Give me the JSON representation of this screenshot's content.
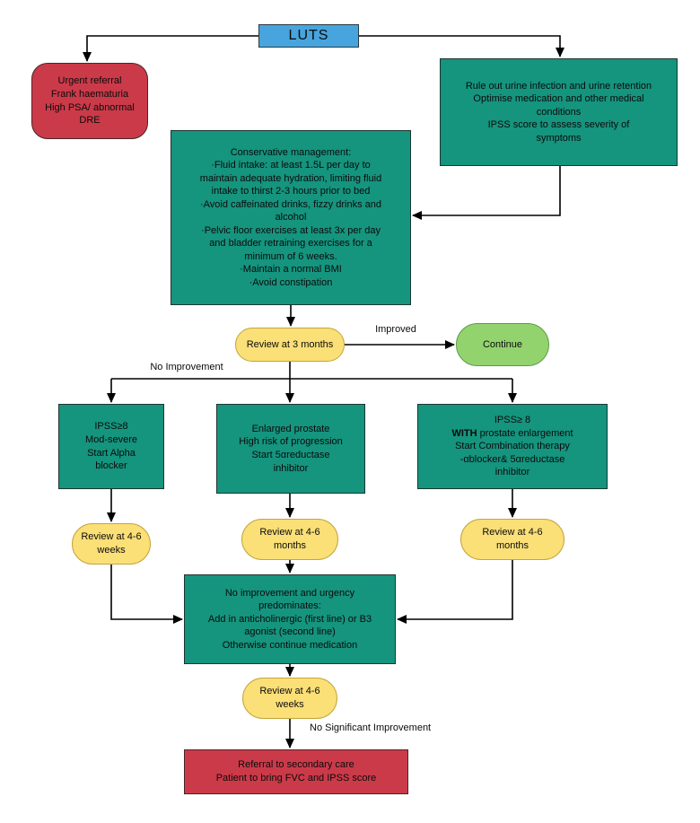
{
  "colors": {
    "teal": "#15947e",
    "red": "#cb3a49",
    "blue": "#47a4dd",
    "yellow": "#fbdf77",
    "green": "#92d36e",
    "line": "#000000"
  },
  "nodes": {
    "luts": {
      "label": "LUTS"
    },
    "urgent_referral": {
      "text": "Urgent referral\nFrank haematuria\nHigh PSA/ abnormal\nDRE"
    },
    "rule_out": {
      "text": "Rule out urine infection and urine retention\nOptimise medication and other medical\nconditions\nIPSS score to assess severity of\nsymptoms"
    },
    "conservative": {
      "text": "Conservative management:\n·Fluid intake: at least 1.5L per day to\nmaintain adequate hydration, limiting fluid\nintake to thirst 2-3 hours prior to bed\n·Avoid caffeinated drinks, fizzy drinks and\nalcohol\n·Pelvic floor exercises at least 3x per day\nand bladder retraining exercises for a\nminimum of 6 weeks.\n·Maintain a normal BMI\n·Avoid constipation"
    },
    "review_3_months": {
      "text": "Review at 3 months"
    },
    "continue": {
      "text": "Continue"
    },
    "alpha_blocker": {
      "text": "IPSS≥8\nMod-severe\nStart Alpha\nblocker"
    },
    "five_alpha_reductase": {
      "text": "Enlarged prostate\nHigh risk of progression\nStart 5αreductase\ninhibitor"
    },
    "combination": {
      "line1": "IPSS≥ 8",
      "line2_bold": "WITH",
      "line2_rest": " prostate enlargement",
      "rest": "Start Combination therapy\n-αblocker& 5αreductase\ninhibitor"
    },
    "review_46_weeks_left": {
      "text": "Review at 4-6\nweeks"
    },
    "review_46_months_mid": {
      "text": "Review at 4-6\nmonths"
    },
    "review_46_months_right": {
      "text": "Review at 4-6\nmonths"
    },
    "urgency_predominates": {
      "text": "No improvement and urgency\npredominates:\nAdd in anticholinergic (first line) or B3\nagonist (second line)\nOtherwise continue medication"
    },
    "review_46_weeks_bottom": {
      "text": "Review at 4-6\nweeks"
    },
    "referral_secondary_care": {
      "text": "Referral to secondary care\nPatient to bring FVC and IPSS score"
    }
  },
  "edge_labels": {
    "improved": "Improved",
    "no_improvement": "No Improvement",
    "no_significant_improvement": "No Significant Improvement"
  }
}
